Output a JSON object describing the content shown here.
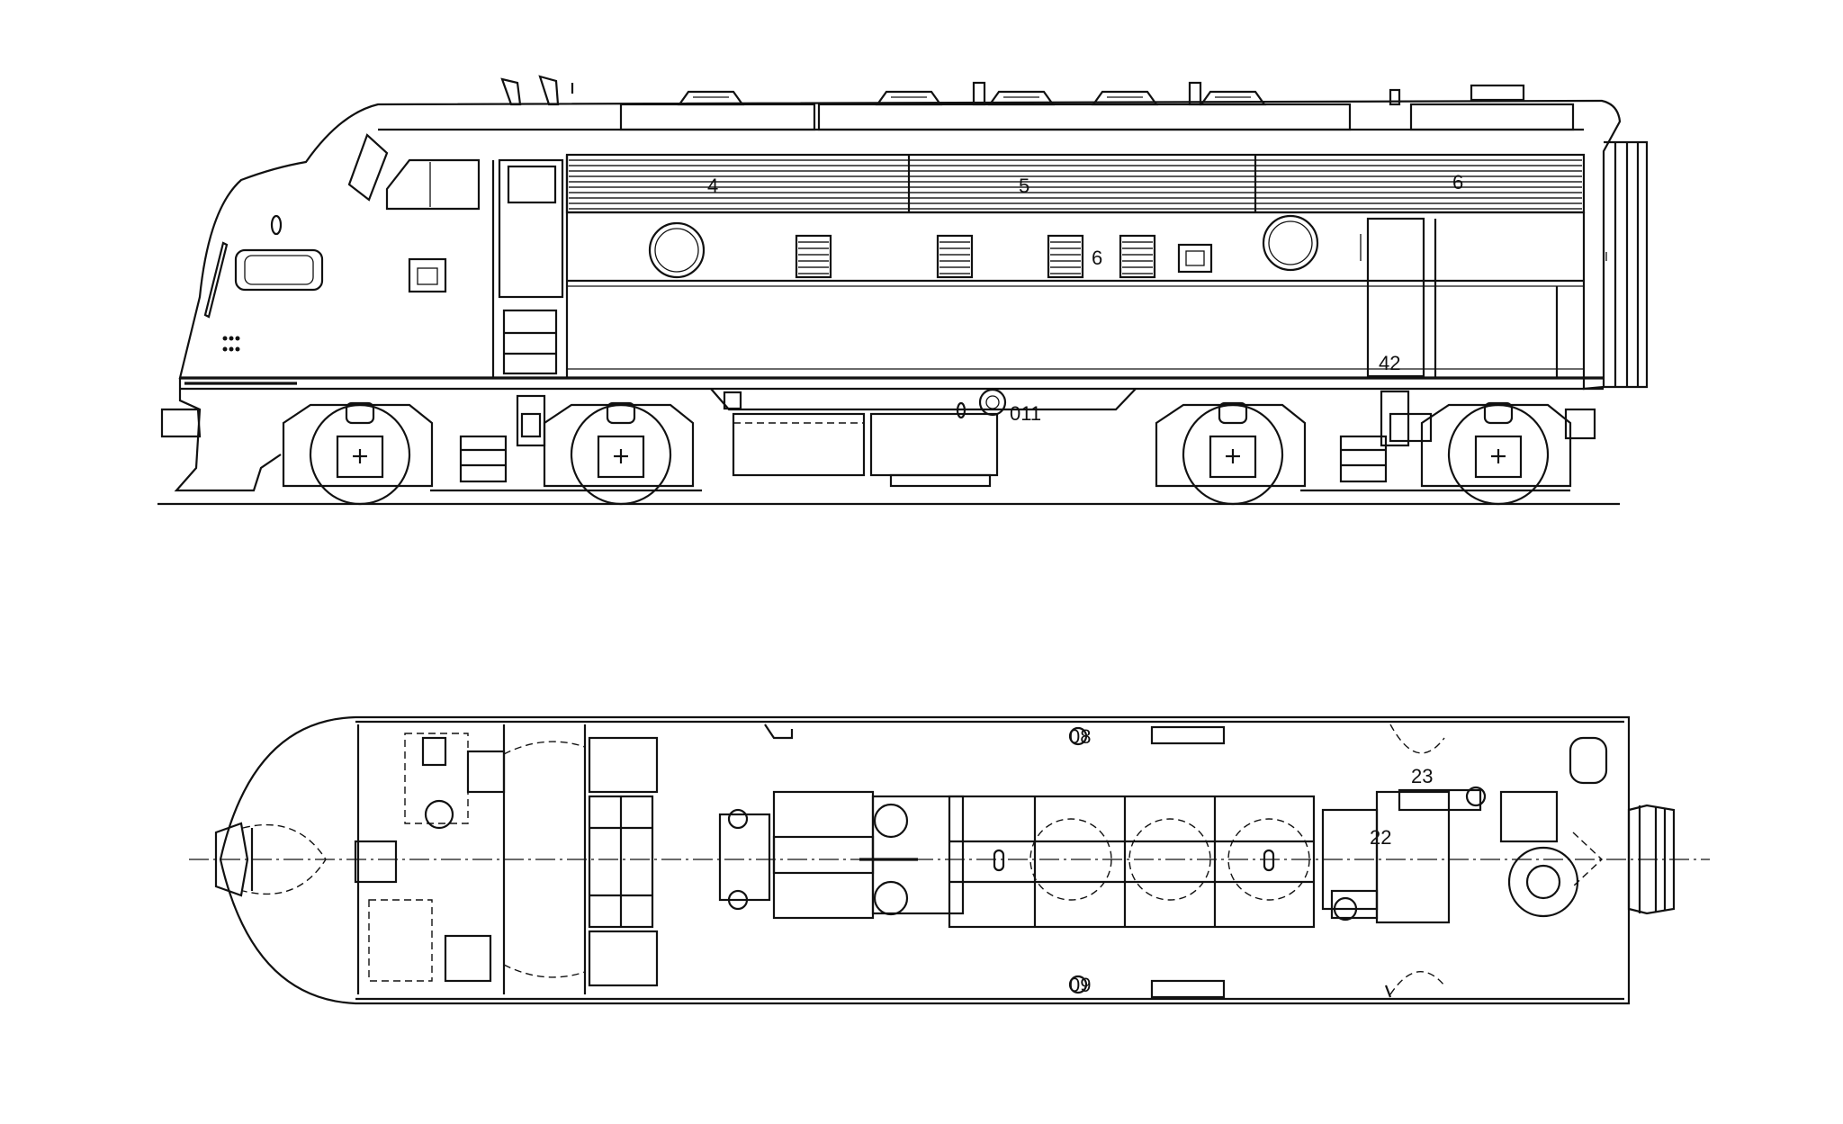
{
  "side_view": {
    "labels": {
      "grille_a": "4",
      "grille_b": "5",
      "grille_c": "6",
      "body_panel": "6",
      "rear_door": "42",
      "fuel_fill": "011"
    }
  },
  "plan_view": {
    "labels": {
      "top_fitting": "08",
      "bottom_fitting": "09",
      "rear_equipment": "23",
      "generator": "22"
    }
  },
  "colors": {
    "line": "#111111",
    "background": "#ffffff"
  }
}
